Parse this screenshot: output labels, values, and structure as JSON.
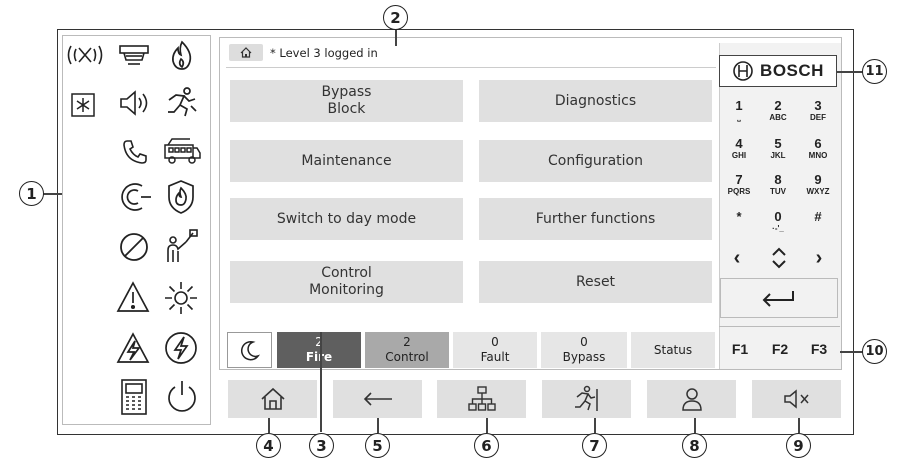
{
  "status_bar": {
    "text": "* Level 3 logged in"
  },
  "menu": {
    "bypass_block": "Bypass\nBlock",
    "diagnostics": "Diagnostics",
    "maintenance": "Maintenance",
    "configuration": "Configuration",
    "switch_day_mode": "Switch to day mode",
    "further_functions": "Further functions",
    "control_monitoring": "Control\nMonitoring",
    "reset": "Reset"
  },
  "brand": {
    "name": "BOSCH"
  },
  "keypad": {
    "keys": [
      {
        "digit": "1",
        "letters": "⎵"
      },
      {
        "digit": "2",
        "letters": "ABC"
      },
      {
        "digit": "3",
        "letters": "DEF"
      },
      {
        "digit": "4",
        "letters": "GHI"
      },
      {
        "digit": "5",
        "letters": "JKL"
      },
      {
        "digit": "6",
        "letters": "MNO"
      },
      {
        "digit": "7",
        "letters": "PQRS"
      },
      {
        "digit": "8",
        "letters": "TUV"
      },
      {
        "digit": "9",
        "letters": "WXYZ"
      },
      {
        "digit": "*",
        "letters": ""
      },
      {
        "digit": "0",
        "letters": "·-'_"
      },
      {
        "digit": "#",
        "letters": ""
      }
    ],
    "left": "‹",
    "right": "›",
    "f1": "F1",
    "f2": "F2",
    "f3": "F3"
  },
  "counters": {
    "fire": {
      "count": "2",
      "label": "Fire"
    },
    "control": {
      "count": "2",
      "label": "Control"
    },
    "fault": {
      "count": "0",
      "label": "Fault"
    },
    "bypass": {
      "count": "0",
      "label": "Bypass"
    },
    "status": {
      "label": "Status"
    }
  },
  "callouts": {
    "c1": "1",
    "c2": "2",
    "c3": "3",
    "c4": "4",
    "c5": "5",
    "c6": "6",
    "c7": "7",
    "c8": "8",
    "c9": "9",
    "c10": "10",
    "c11": "11"
  },
  "colors": {
    "fire_bg": "#5f5f5f",
    "control_bg": "#a9a9a9",
    "button_bg": "#e0e0e0"
  }
}
